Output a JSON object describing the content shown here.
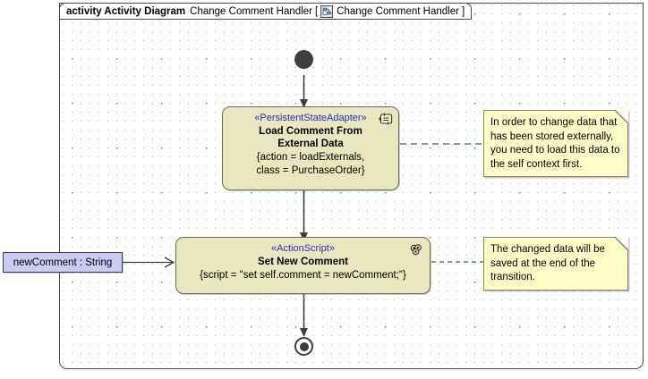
{
  "frame": {
    "keyword": "activity Activity Diagram",
    "name": "Change Comment Handler",
    "bracket_open": "[",
    "bracket_close": "]",
    "qualified_name": "Change Comment Handler",
    "icon": "activity-diagram-icon"
  },
  "nodes": {
    "initial": {
      "name": "initial-node"
    },
    "final": {
      "name": "activity-final-node"
    },
    "load_comment": {
      "stereotype": "«PersistentStateAdapter»",
      "name_line1": "Load Comment From",
      "name_line2": "External Data",
      "body_line1": "{action = loadExternals,",
      "body_line2": "class = PurchaseOrder}",
      "icon": "persistent-state-adapter-icon",
      "fill_color": "#e8e7c0",
      "border_color": "#6b6b4a"
    },
    "set_comment": {
      "stereotype": "«ActionScript»",
      "name_line1": "Set New Comment",
      "body_line1": "{script = \"set self.comment = newComment;\"}",
      "icon": "action-script-icon",
      "fill_color": "#e8e7c0",
      "border_color": "#6b6b4a"
    }
  },
  "parameter": {
    "label": "newComment : String",
    "fill_color": "#ccccf2",
    "border_color": "#3a3a6b"
  },
  "notes": {
    "note_load": {
      "lines": [
        "In order to change data that",
        "has been stored externally,",
        "you need to load this data to",
        "the self context first."
      ],
      "fill_color": "#ffffc8"
    },
    "note_set": {
      "lines": [
        "The changed data will be",
        "saved at the end of the",
        "transition."
      ],
      "fill_color": "#ffffc8"
    }
  },
  "colors": {
    "stereotype_text": "#2b2bbf",
    "node_fill": "#e8e7c0",
    "note_fill": "#ffffc8",
    "param_fill": "#ccccf2",
    "frame_border": "#4c4c4c",
    "edge": "#3f3f3f"
  }
}
